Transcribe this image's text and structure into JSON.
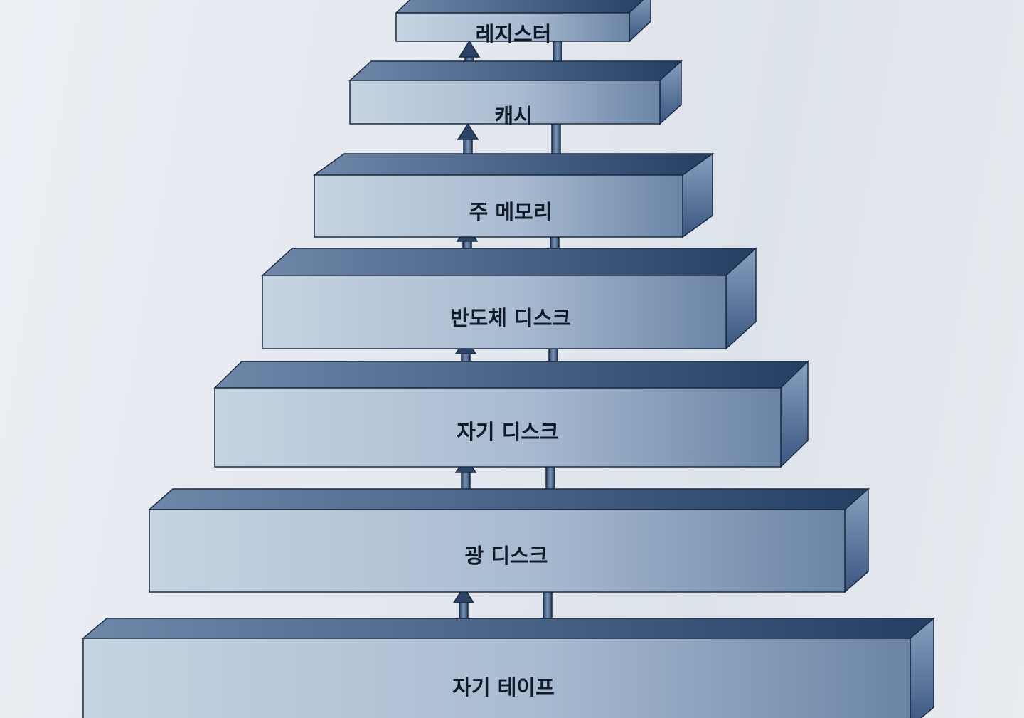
{
  "diagram": {
    "title": "",
    "levels": [
      {
        "id": "register",
        "label": "레지스터"
      },
      {
        "id": "cache",
        "label": "캐시"
      },
      {
        "id": "main-memory",
        "label": "주 메모리"
      },
      {
        "id": "ssd",
        "label": "반도체 디스크"
      },
      {
        "id": "magnetic-disk",
        "label": "자기 디스크"
      },
      {
        "id": "optical-disk",
        "label": "광 디스크"
      },
      {
        "id": "magnetic-tape",
        "label": "자기 테이프"
      }
    ],
    "connections": [
      {
        "upper": "register",
        "lower": "cache",
        "arrows": [
          "up",
          "down"
        ]
      },
      {
        "upper": "cache",
        "lower": "main-memory",
        "arrows": [
          "up",
          "down"
        ]
      },
      {
        "upper": "main-memory",
        "lower": "ssd",
        "arrows": [
          "up",
          "down"
        ]
      },
      {
        "upper": "ssd",
        "lower": "magnetic-disk",
        "arrows": [
          "up",
          "down"
        ]
      },
      {
        "upper": "magnetic-disk",
        "lower": "optical-disk",
        "arrows": [
          "up",
          "down"
        ]
      },
      {
        "upper": "optical-disk",
        "lower": "magnetic-tape",
        "arrows": [
          "up",
          "down"
        ]
      }
    ],
    "colors": {
      "front_light": "#c6d3e1",
      "front_dark": "#6b84a6",
      "top_light": "#6f87a9",
      "top_dark": "#243f64",
      "side_light": "#86a0c0",
      "side_dark": "#3b5680",
      "outline": "#1c2b40",
      "arrow": "#2b4468",
      "arrow_fill_light": "#7b93b5"
    }
  }
}
